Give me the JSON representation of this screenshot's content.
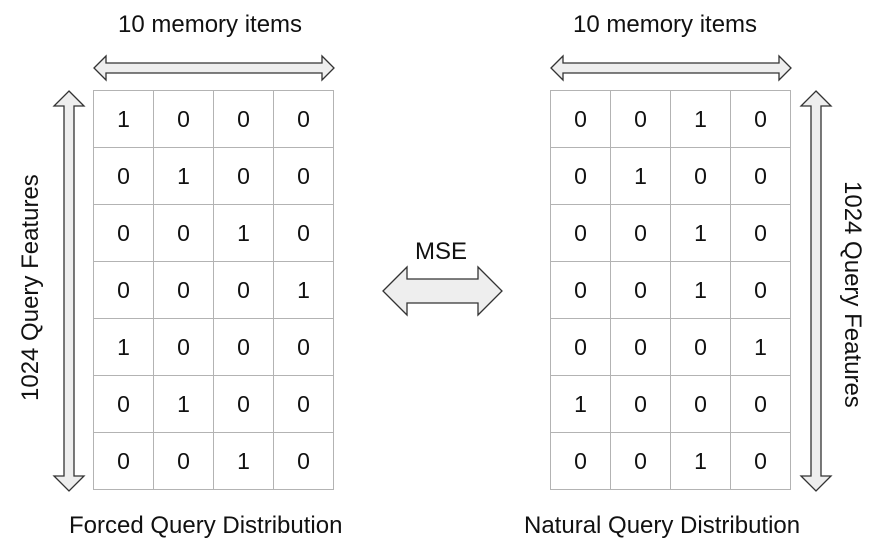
{
  "diagram": {
    "left": {
      "top_label": "10 memory items",
      "side_label": "1024 Query Features",
      "caption": "Forced Query Distribution",
      "matrix": [
        [
          "1",
          "0",
          "0",
          "0"
        ],
        [
          "0",
          "1",
          "0",
          "0"
        ],
        [
          "0",
          "0",
          "1",
          "0"
        ],
        [
          "0",
          "0",
          "0",
          "1"
        ],
        [
          "1",
          "0",
          "0",
          "0"
        ],
        [
          "0",
          "1",
          "0",
          "0"
        ],
        [
          "0",
          "0",
          "1",
          "0"
        ]
      ]
    },
    "right": {
      "top_label": "10 memory items",
      "side_label": "1024 Query Features",
      "caption": "Natural Query Distribution",
      "matrix": [
        [
          "0",
          "0",
          "1",
          "0"
        ],
        [
          "0",
          "1",
          "0",
          "0"
        ],
        [
          "0",
          "0",
          "1",
          "0"
        ],
        [
          "0",
          "0",
          "1",
          "0"
        ],
        [
          "0",
          "0",
          "0",
          "1"
        ],
        [
          "1",
          "0",
          "0",
          "0"
        ],
        [
          "0",
          "0",
          "1",
          "0"
        ]
      ]
    },
    "center": {
      "label": "MSE"
    },
    "colors": {
      "arrow_fill": "#eeeeee",
      "arrow_stroke": "#333333",
      "grid_line": "#b3b3b3"
    }
  }
}
